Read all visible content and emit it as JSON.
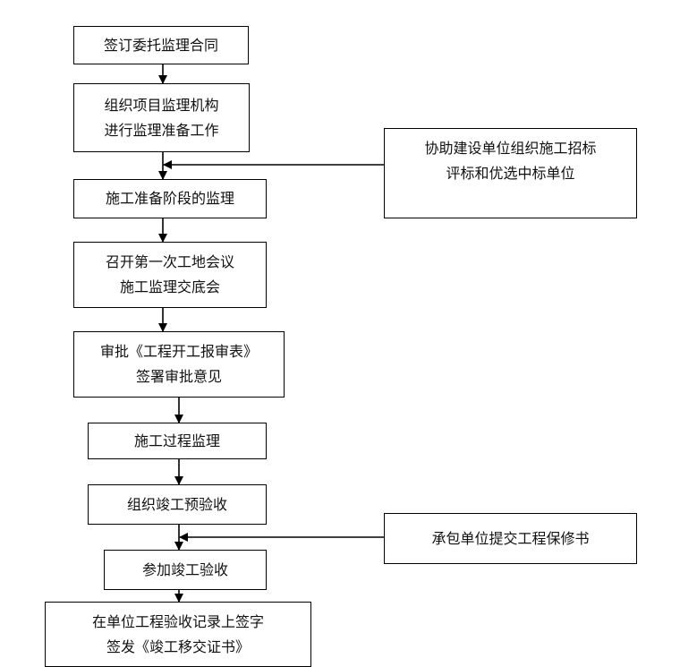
{
  "colors": {
    "line": "#000000",
    "text": "#111111",
    "background": "#ffffff"
  },
  "steps": [
    {
      "lines": [
        "签订委托监理合同"
      ]
    },
    {
      "lines": [
        "组织项目监理机构",
        "进行监理准备工作"
      ]
    },
    {
      "lines": [
        "施工准备阶段的监理"
      ]
    },
    {
      "lines": [
        "召开第一次工地会议",
        "施工监理交底会"
      ]
    },
    {
      "lines": [
        "审批《工程开工报审表》",
        "签署审批意见"
      ]
    },
    {
      "lines": [
        "施工过程监理"
      ]
    },
    {
      "lines": [
        "组织竣工预验收"
      ]
    },
    {
      "lines": [
        "参加竣工验收"
      ]
    },
    {
      "lines": [
        "在单位工程验收记录上签字",
        "签发《竣工移交证书》"
      ]
    }
  ],
  "side_boxes": [
    {
      "lines": [
        "协助建设单位组织施工招标",
        "评标和优选中标单位"
      ]
    },
    {
      "lines": [
        "承包单位提交工程保修书"
      ]
    }
  ]
}
